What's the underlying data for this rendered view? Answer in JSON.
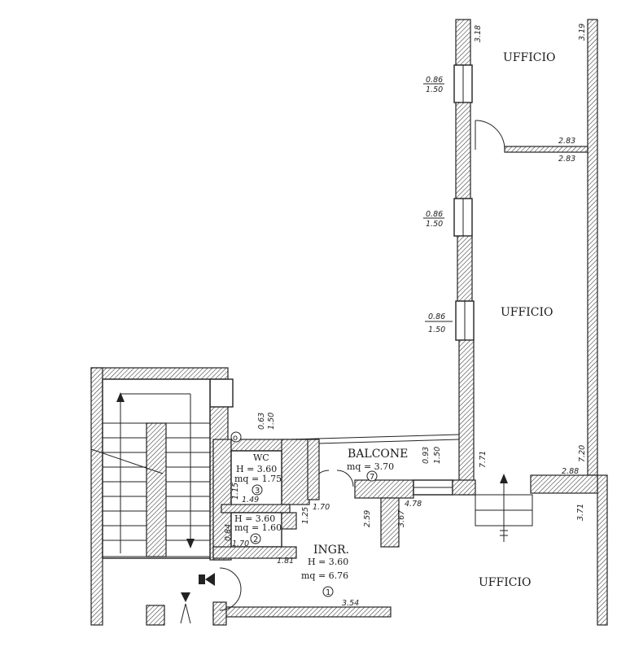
{
  "rooms": {
    "ufficio_top": "UFFICIO",
    "ufficio_mid": "UFFICIO",
    "ufficio_bottom": "UFFICIO",
    "balcone": {
      "name": "BALCONE",
      "mq": "mq = 3.70",
      "marker": "7"
    },
    "wc": {
      "name": "WC",
      "h": "H = 3.60",
      "mq": "mq = 1.75",
      "marker": "3"
    },
    "ripostiglio": {
      "h": "H = 3.60",
      "mq": "mq = 1.60",
      "marker": "2"
    },
    "ingresso": {
      "name": "INGR.",
      "h": "H = 3.60",
      "mq": "mq = 6.76",
      "marker": "1"
    }
  },
  "dimensions": {
    "wall_top_left": "3.18",
    "wall_top_right": "3.19",
    "win1_w": "0.86",
    "win1_h": "1.50",
    "partition_a": "2.83",
    "partition_b": "2.83",
    "win2_w": "0.86",
    "win2_h": "1.50",
    "win3_w": "0.86",
    "win3_h": "1.50",
    "right_7_71": "7.71",
    "right_7_20": "7.20",
    "partition_2_88": "2.88",
    "right_3_71": "3.71",
    "wc_win_w": "0.63",
    "wc_win_h": "1.50",
    "balc_win_w": "0.93",
    "balc_win_h": "1.50",
    "wc_width": "1.49",
    "wc_height": "1.15",
    "rip_height": "0.84",
    "rip_width": "1.70",
    "door_1_70": "1.70",
    "door_1_25": "1.25",
    "wall_2_59": "2.59",
    "wall_3_67": "3.67",
    "wall_4_78": "4.78",
    "ingr_width": "1.81",
    "ingr_bottom": "3.54"
  }
}
